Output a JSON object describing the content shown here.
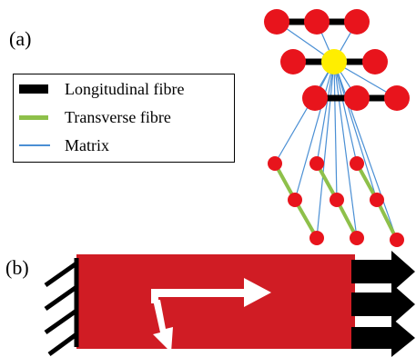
{
  "panels": {
    "a_label": "(a)",
    "b_label": "(b)"
  },
  "legend": {
    "items": [
      {
        "label": "Longitudinal fibre",
        "color": "#000000"
      },
      {
        "label": "Transverse fibre",
        "color": "#8ec04a"
      },
      {
        "label": "Matrix",
        "color": "#4a8fd4"
      }
    ]
  },
  "colors": {
    "node": "#e8141c",
    "center_node": "#ffee00",
    "matrix_line": "#4a8fd4",
    "transverse_fibre": "#8ec04a",
    "longitudinal_fibre": "#000000",
    "specimen": "#d01c24",
    "arrows": "#ffffff"
  },
  "icons": [
    "clamp-icon",
    "pull-arrow-icon",
    "fibre-direction-arrow-icon"
  ]
}
